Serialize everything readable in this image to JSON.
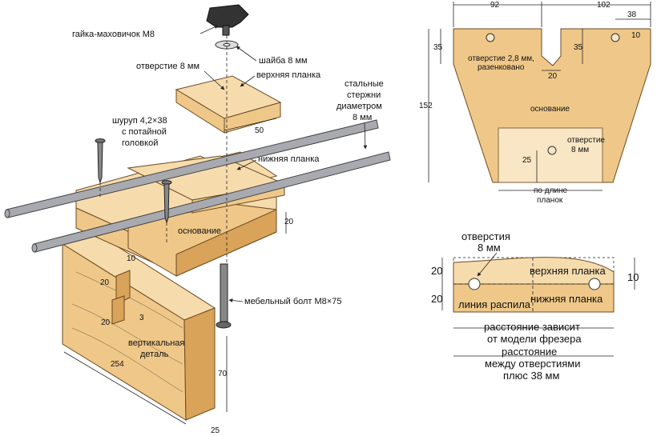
{
  "left_diagram": {
    "knob_label": "гайка-маховичок М8",
    "washer_label": "шайба 8 мм",
    "hole_label": "отверстие 8 мм",
    "top_bar_label": "верхняя планка",
    "rods_label": [
      "стальные",
      "стержни",
      "диаметром",
      "8 мм"
    ],
    "screw_label": [
      "шуруп 4,2×38",
      "с потайной",
      "головкой"
    ],
    "bottom_bar_label": "нижняя планка",
    "base_label": "основание",
    "bolt_label": "мебельный болт М8×75",
    "vertical_label": [
      "вертикальная",
      "деталь"
    ],
    "dims": {
      "d50": "50",
      "d20_right": "20",
      "d10": "10",
      "d20_a": "20",
      "d20_b": "20",
      "d3": "3",
      "d254": "254",
      "d70": "70",
      "d25": "25"
    }
  },
  "top_right": {
    "dims": {
      "d92": "92",
      "d102": "102",
      "d38": "38",
      "d10": "10",
      "d35_left": "35",
      "d35_right": "35",
      "d152": "152",
      "d20": "20",
      "d25": "25"
    },
    "hole_label": [
      "отверстие 2,8 мм,",
      "разенковано"
    ],
    "base_label": "основание",
    "hole8_label": [
      "отверстие",
      "8 мм"
    ],
    "length_label": [
      "по длине",
      "планок"
    ]
  },
  "bottom_right": {
    "holes_label": [
      "отверстия",
      "8 мм"
    ],
    "d20_top": "20",
    "d20_bottom": "20",
    "d10": "10",
    "top_bar_label": "верхняя планка",
    "bottom_bar_label": "нижняя планка",
    "saw_line_label": "линия распила",
    "distance_router": [
      "расстояние зависит",
      "от модели фрезера"
    ],
    "distance_holes": [
      "расстояние",
      "между отверстиями",
      "плюс 38 мм"
    ]
  }
}
